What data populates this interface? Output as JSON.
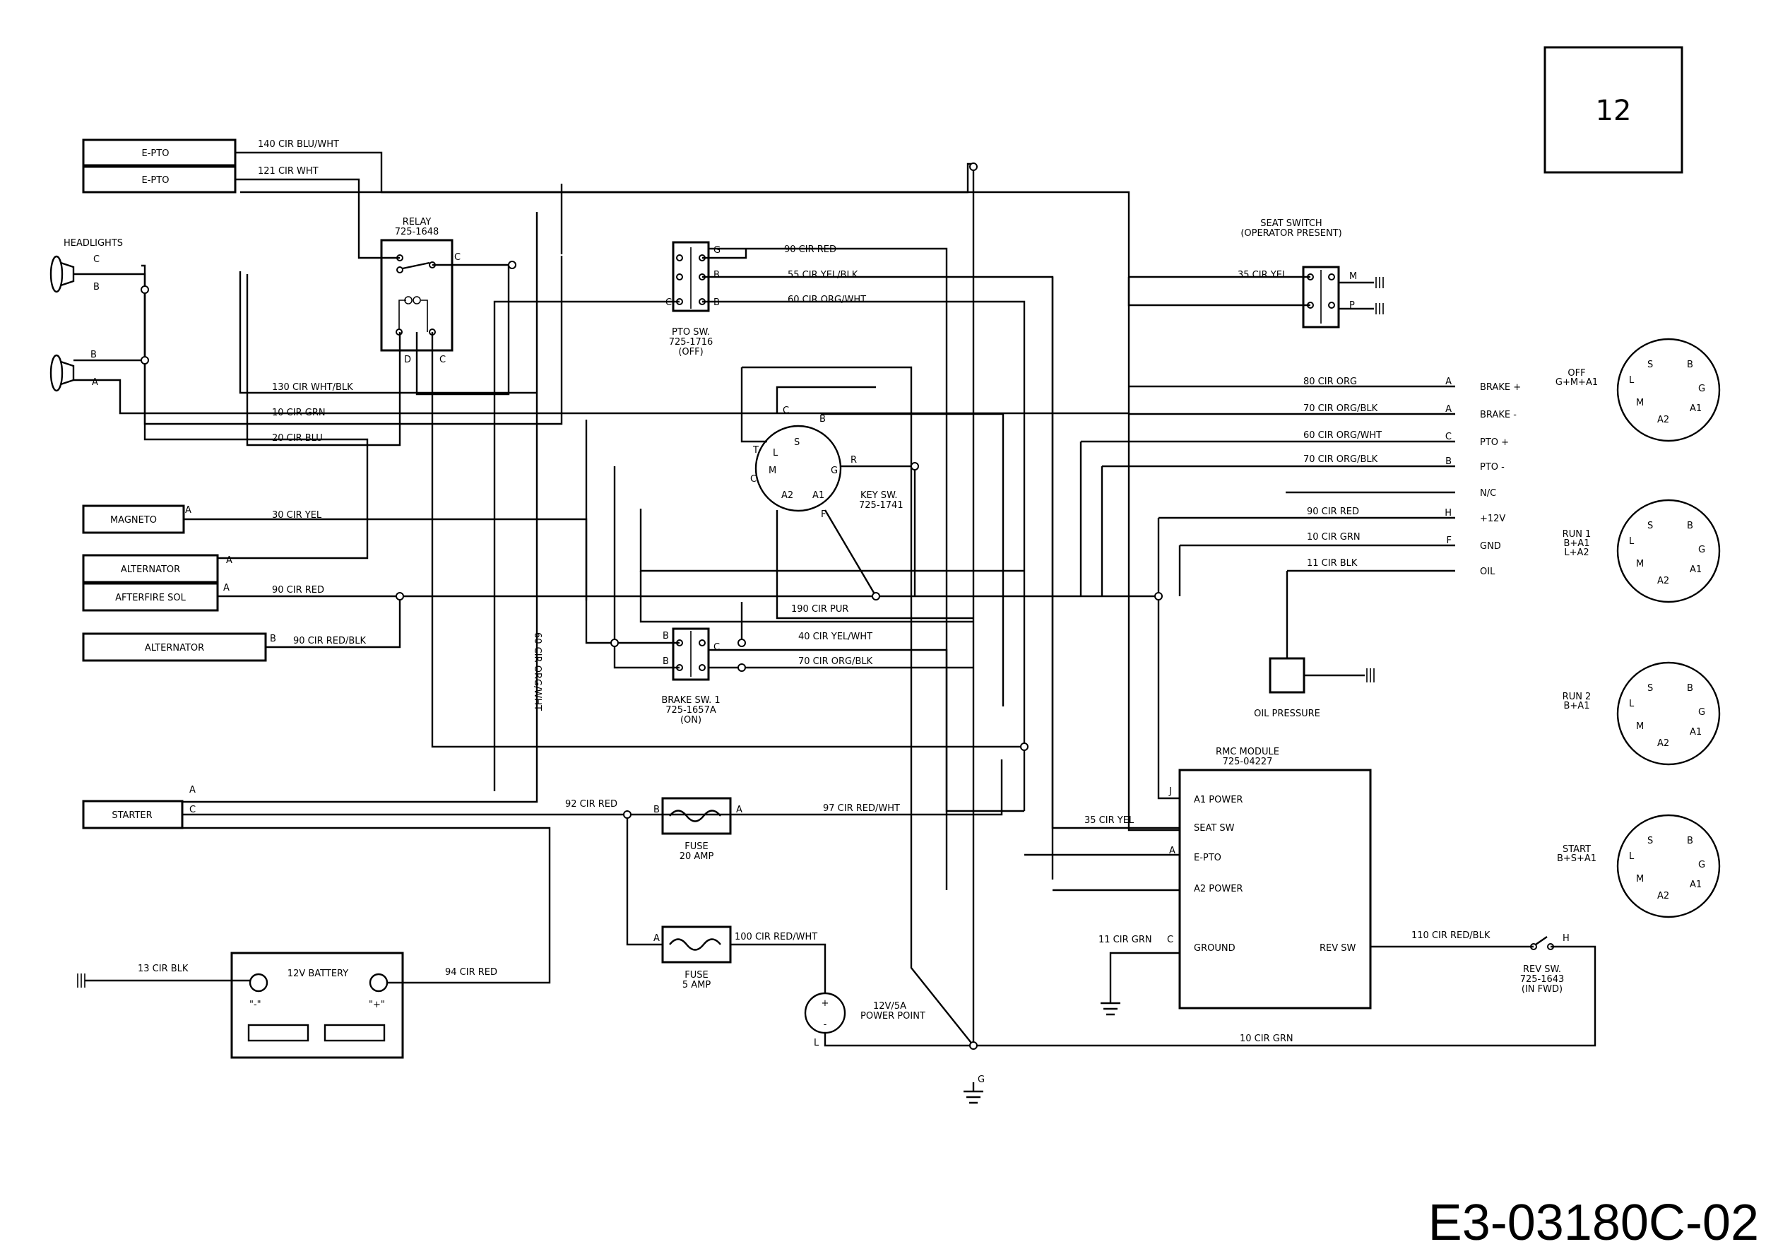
{
  "page_number": "12",
  "drawing_code": "E3-03180C-02",
  "components": {
    "epto1": "E-PTO",
    "epto2": "E-PTO",
    "headlights": "HEADLIGHTS",
    "relay": [
      "RELAY",
      "725-1648"
    ],
    "magneto": "MAGNETO",
    "alternator": "ALTERNATOR",
    "afterfire_sol": "AFTERFIRE SOL",
    "alternator2": "ALTERNATOR",
    "starter": "STARTER",
    "battery": "12V BATTERY",
    "battery_neg": "\"-\"",
    "battery_pos": "\"+\"",
    "pto_switch": [
      "PTO SW.",
      "725-1716",
      "(OFF)"
    ],
    "seat_switch": [
      "SEAT SWITCH",
      "(OPERATOR PRESENT)"
    ],
    "key_switch": [
      "KEY SW.",
      "725-1741"
    ],
    "brake_switch": [
      "BRAKE SW. 1",
      "725-1657A",
      "(ON)"
    ],
    "fuse20": [
      "FUSE",
      "20 AMP"
    ],
    "fuse5": [
      "FUSE",
      "5 AMP"
    ],
    "power_point": [
      "12V/5A",
      "POWER POINT"
    ],
    "oil_pressure": "OIL PRESSURE",
    "rmc_module": [
      "RMC MODULE",
      "725-04227"
    ],
    "rmc_pins": [
      "A1 POWER",
      "SEAT SW",
      "E-PTO",
      "A2 POWER",
      "GROUND",
      "REV SW"
    ],
    "rev_switch": [
      "REV SW.",
      "725-1643",
      "(IN FWD)"
    ]
  },
  "wires": {
    "w140": "140 CIR BLU/WHT",
    "w121": "121 CIR WHT",
    "w90red_top": "90 CIR RED",
    "w55": "55 CIR YEL/BLK",
    "w60_top": "60 CIR ORG/WHT",
    "w35_seat": "35 CIR YEL",
    "w130": "130 CIR WHT/BLK",
    "w10grn": "10 CIR GRN",
    "w20": "20 CIR BLU",
    "w30": "30 CIR YEL",
    "w90red_mid": "90 CIR RED",
    "w90redblk": "90 CIR RED/BLK",
    "w60_vert": "60 CIR ORG/WHT",
    "w80": "80 CIR ORG",
    "w70a": "70 CIR ORG/BLK",
    "w60b": "60 CIR ORG/WHT",
    "w70b": "70 CIR ORG/BLK",
    "w90right": "90 CIR RED",
    "w10right": "10 CIR GRN",
    "w11": "11 CIR BLK",
    "w190": "190 CIR PUR",
    "w40": "40 CIR YEL/WHT",
    "w70brake": "70 CIR ORG/BLK",
    "w92": "92 CIR RED",
    "w97": "97 CIR RED/WHT",
    "w100": "100 CIR RED/WHT",
    "w35_rmc": "35 CIR YEL",
    "w11_rmc": "11 CIR GRN",
    "w110": "110 CIR RED/BLK",
    "w13": "13 CIR BLK",
    "w94": "94 CIR RED",
    "w10_bottom": "10 CIR GRN"
  },
  "connector": {
    "rows": [
      {
        "name": "BRAKE +",
        "pin": "A"
      },
      {
        "name": "BRAKE -",
        "pin": "A"
      },
      {
        "name": "PTO +",
        "pin": "C"
      },
      {
        "name": "PTO -",
        "pin": "B"
      },
      {
        "name": "N/C",
        "pin": ""
      },
      {
        "name": "+12V",
        "pin": "H"
      },
      {
        "name": "GND",
        "pin": "F"
      },
      {
        "name": "OIL",
        "pin": ""
      }
    ]
  },
  "key_positions": [
    {
      "label": [
        "OFF",
        "G+M+A1"
      ]
    },
    {
      "label": [
        "RUN 1",
        "B+A1",
        "L+A2"
      ]
    },
    {
      "label": [
        "RUN 2",
        "B+A1"
      ]
    },
    {
      "label": [
        "START",
        "B+S+A1"
      ]
    }
  ],
  "pins": {
    "A": "A",
    "B": "B",
    "C": "C",
    "D": "D",
    "F": "F",
    "G": "G",
    "H": "H",
    "J": "J",
    "L": "L",
    "M": "M",
    "P": "P",
    "R": "R",
    "S": "S",
    "T": "T",
    "A1": "A1",
    "A2": "A2"
  }
}
